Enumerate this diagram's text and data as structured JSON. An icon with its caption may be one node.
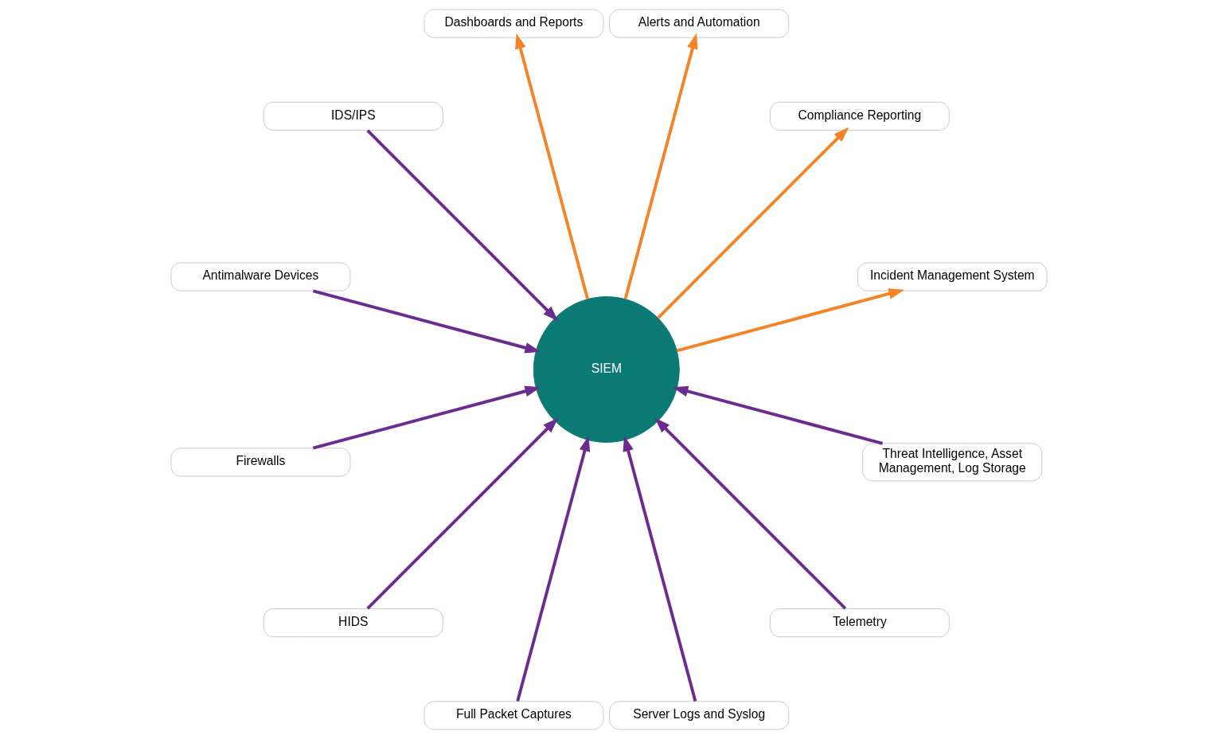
{
  "diagram": {
    "nodes": [
      {
        "text": [
          "IDS/IPS"
        ]
      },
      {
        "text": [
          "Antimalware Devices"
        ]
      },
      {
        "text": [
          "Firewalls"
        ]
      },
      {
        "text": [
          "HIDS"
        ]
      },
      {
        "text": [
          "Full Packet Captures"
        ]
      },
      {
        "text": [
          "Server Logs and Syslog"
        ]
      },
      {
        "text": [
          "SIEM"
        ]
      },
      {
        "text": [
          "Telemetry"
        ]
      },
      {
        "text": [
          "Threat Intelligence, Asset Management, Log Storage"
        ]
      },
      {
        "text": [
          "Incident Management System"
        ]
      },
      {
        "text": [
          "Compliance Reporting"
        ]
      },
      {
        "text": [
          "Alerts and Automation"
        ]
      },
      {
        "text": [
          "Dashboards and Reports"
        ]
      }
    ],
    "edges": [
      {
        "from": 0,
        "to": 6,
        "arrow": "to"
      },
      {
        "from": 1,
        "to": 6,
        "arrow": "to"
      },
      {
        "from": 2,
        "to": 6,
        "arrow": "to"
      },
      {
        "from": 3,
        "to": 6,
        "arrow": "to"
      },
      {
        "from": 4,
        "to": 6,
        "arrow": "to"
      },
      {
        "from": 5,
        "to": 6,
        "arrow": "to"
      },
      {
        "from": 7,
        "to": 6,
        "arrow": "to"
      },
      {
        "from": 8,
        "to": 6,
        "arrow": "to"
      },
      {
        "from": 6,
        "to": 9,
        "arrow": "to",
        "color": "#f58426"
      },
      {
        "from": 6,
        "to": 10,
        "arrow": "to",
        "color": "#f58426"
      },
      {
        "from": 6,
        "to": 11,
        "arrow": "to",
        "color": "#f58426"
      },
      {
        "from": 6,
        "to": 12,
        "arrow": "to",
        "color": "#f58426"
      }
    ]
  }
}
